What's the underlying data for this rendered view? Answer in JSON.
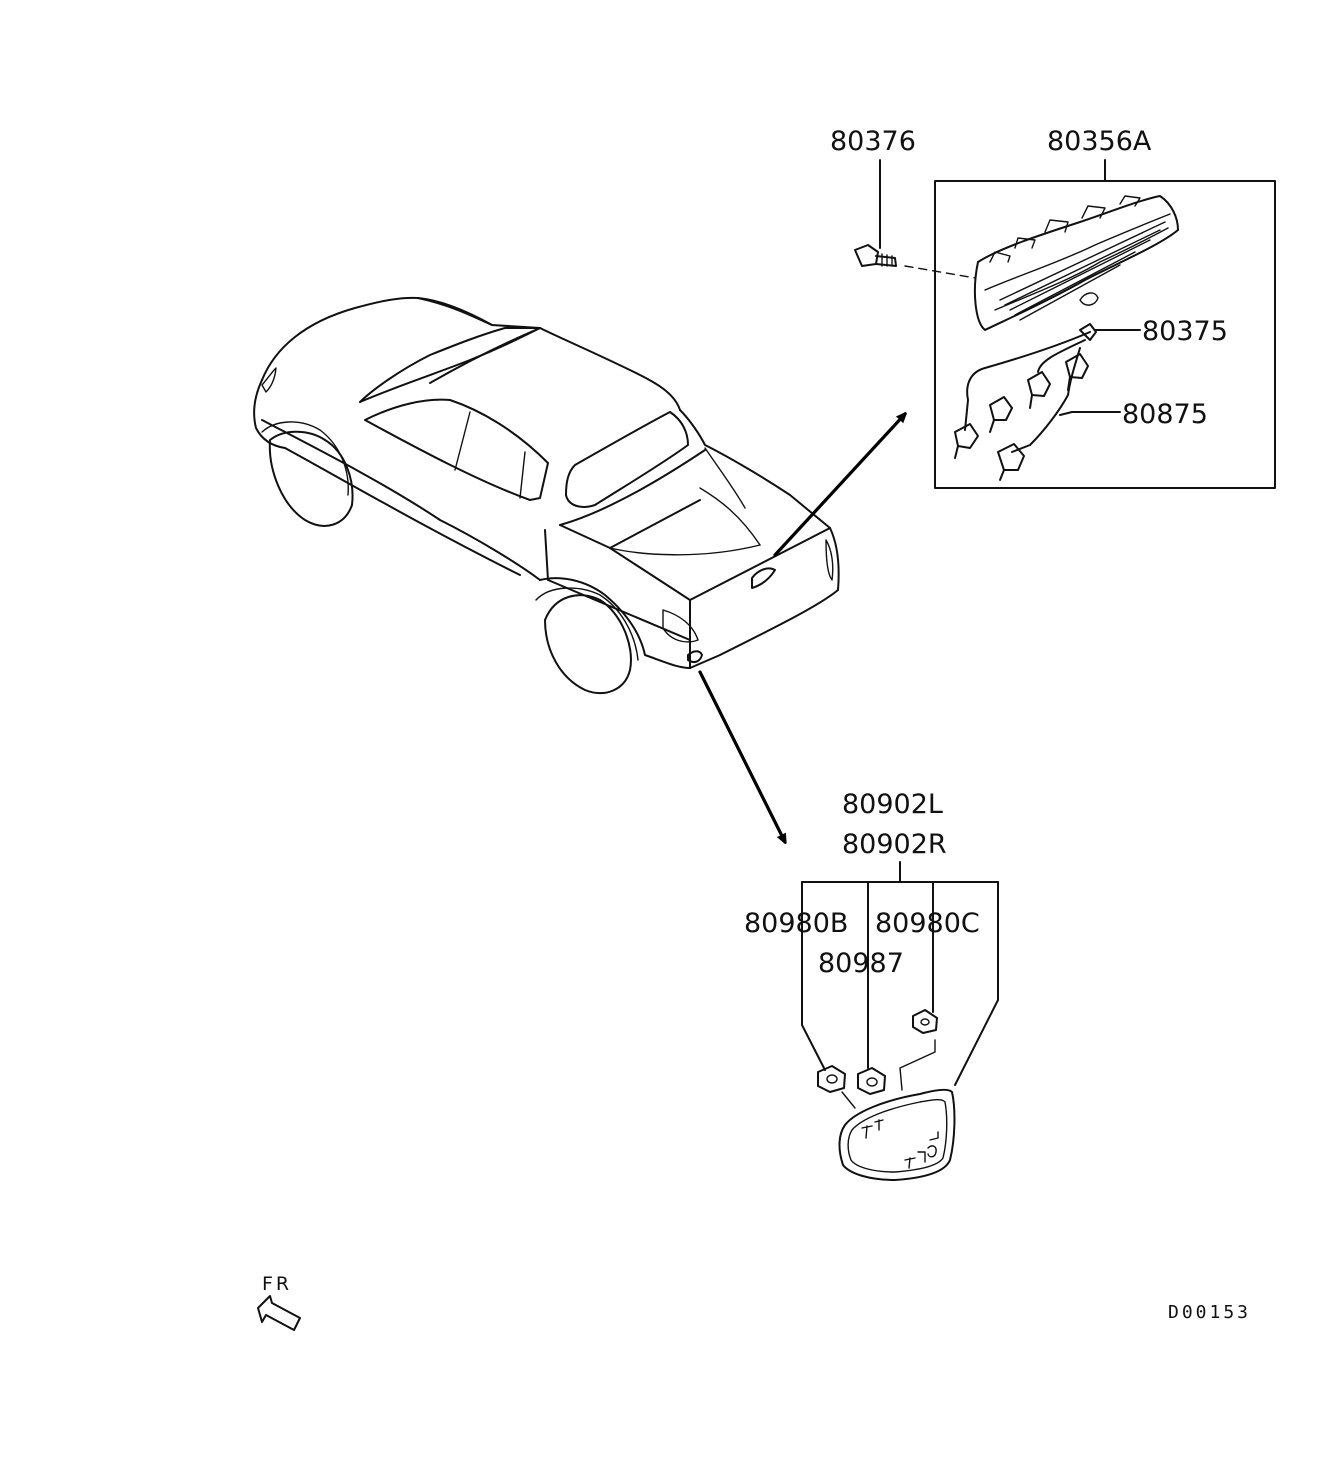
{
  "labels": {
    "p80376": "80376",
    "p80356A": "80356A",
    "p80375": "80375",
    "p80875": "80875",
    "p80902L": "80902L",
    "p80902R": "80902R",
    "p80980B": "80980B",
    "p80980C": "80980C",
    "p80987": "80987"
  },
  "direction_marker": "FR",
  "diagram_code": "D00153"
}
